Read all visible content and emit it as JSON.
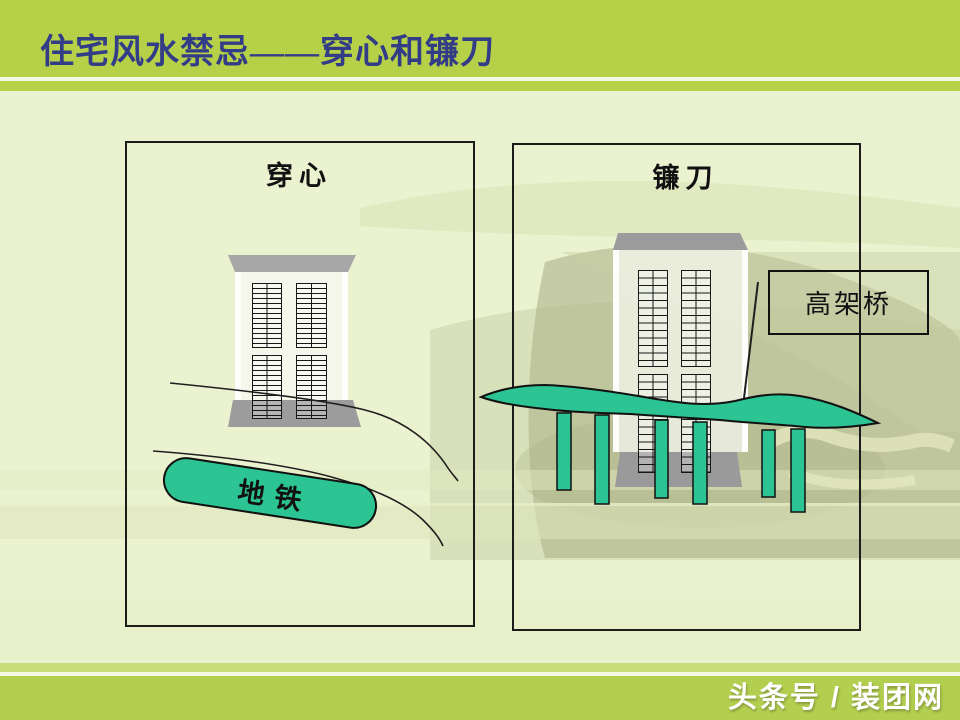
{
  "slide": {
    "title": "住宅风水禁忌——穿心和镰刀",
    "watermark": "头条号 / 装团网"
  },
  "panels": {
    "chuanxin": {
      "title": "穿心",
      "subway_label": "地铁"
    },
    "liandao": {
      "title": "镰刀",
      "bridge_callout_label": "高架桥"
    }
  },
  "colors": {
    "header_green": "#b6d147",
    "body_green": "#eaf2cf",
    "footer_green": "#b3cf4f",
    "title_navy": "#333c87",
    "teal": "#2cc493",
    "building_gray": "#a0a0a0",
    "line_black": "#1c1c1c"
  }
}
